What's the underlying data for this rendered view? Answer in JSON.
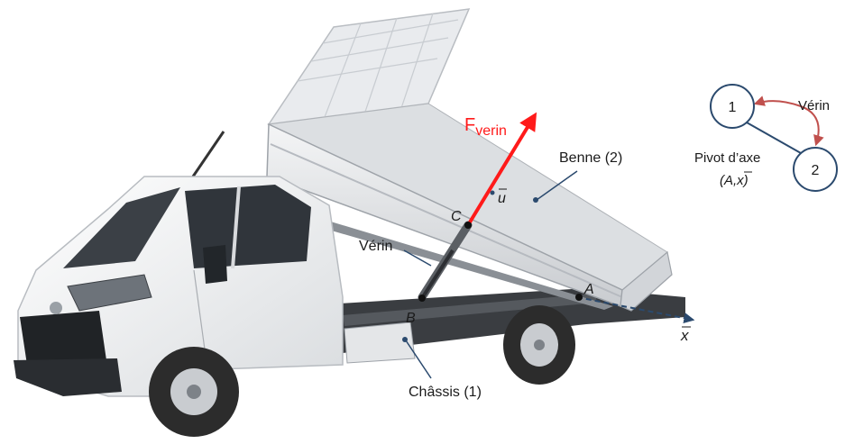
{
  "labels": {
    "force_main": "F",
    "force_sub": "verin",
    "benne": "Benne (2)",
    "verin": "Vérin",
    "chassis": "Châssis (1)",
    "u_vector": "u",
    "x_axis": "x",
    "point_a": "A",
    "point_b": "B",
    "point_c": "C"
  },
  "graph": {
    "node1": "1",
    "node2": "2",
    "link_actuator": "Vérin",
    "link_pivot_line1": "Pivot d’axe",
    "link_pivot_line2": "(A,x)"
  },
  "colors": {
    "force": "#ff1a1a",
    "axis": "#2b4a6e",
    "graph_node": "#2b4a6e",
    "graph_actuator": "#c0504d",
    "body": "#f2f3f4",
    "tyre": "#2c2c2c"
  }
}
